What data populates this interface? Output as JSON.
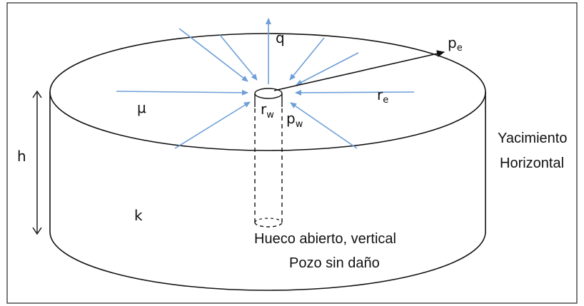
{
  "labels": {
    "q": "q",
    "pe_main": "p",
    "pe_sub": "e",
    "re_main": "r",
    "re_sub": "e",
    "rw_main": "r",
    "rw_sub": "w",
    "pw_main": "p",
    "pw_sub": "w",
    "mu": "μ",
    "h": "h",
    "k": "k"
  },
  "annotations": {
    "reservoir_line1": "Yacimiento",
    "reservoir_line2": "Horizontal",
    "well_line1": "Hueco abierto, vertical",
    "well_line2": "Pozo sin daño"
  },
  "colors": {
    "flow_arrows": "#6e9fd6",
    "outline": "#111111"
  }
}
